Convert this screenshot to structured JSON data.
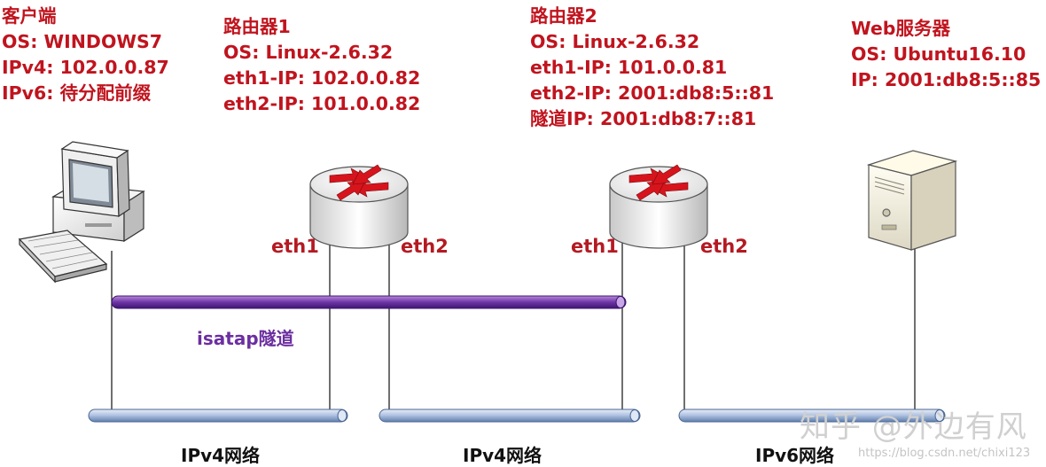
{
  "client": {
    "title": "客户端",
    "os": "OS: WINDOWS7",
    "ipv4": "IPv4: 102.0.0.87",
    "ipv6": "IPv6: 待分配前缀"
  },
  "router1": {
    "title": "路由器1",
    "os": "OS: Linux-2.6.32",
    "eth1_ip": "eth1-IP: 102.0.0.82",
    "eth2_ip": "eth2-IP: 101.0.0.82",
    "port_left": "eth1",
    "port_right": "eth2"
  },
  "router2": {
    "title": "路由器2",
    "os": "OS: Linux-2.6.32",
    "eth1_ip": "eth1-IP: 101.0.0.81",
    "eth2_ip": "eth2-IP: 2001:db8:5::81",
    "tunnel_ip": "隧道IP: 2001:db8:7::81",
    "port_left": "eth1",
    "port_right": "eth2"
  },
  "server": {
    "title": "Web服务器",
    "os": "OS: Ubuntu16.10",
    "ip": "IP: 2001:db8:5::85"
  },
  "tunnel": {
    "label": "isatap隧道"
  },
  "networks": [
    {
      "label": "IPv4网络"
    },
    {
      "label": "IPv4网络"
    },
    {
      "label": "IPv6网络"
    }
  ],
  "watermark": {
    "main": "知乎 @外边有风",
    "url": "https://blog.csdn.net/chixi123"
  },
  "colors": {
    "text_red": "#c0141e",
    "tunnel_purple": "#5a2a8c",
    "bus_blue": "#9fb6d8",
    "router_arrow": "#d7141c"
  }
}
